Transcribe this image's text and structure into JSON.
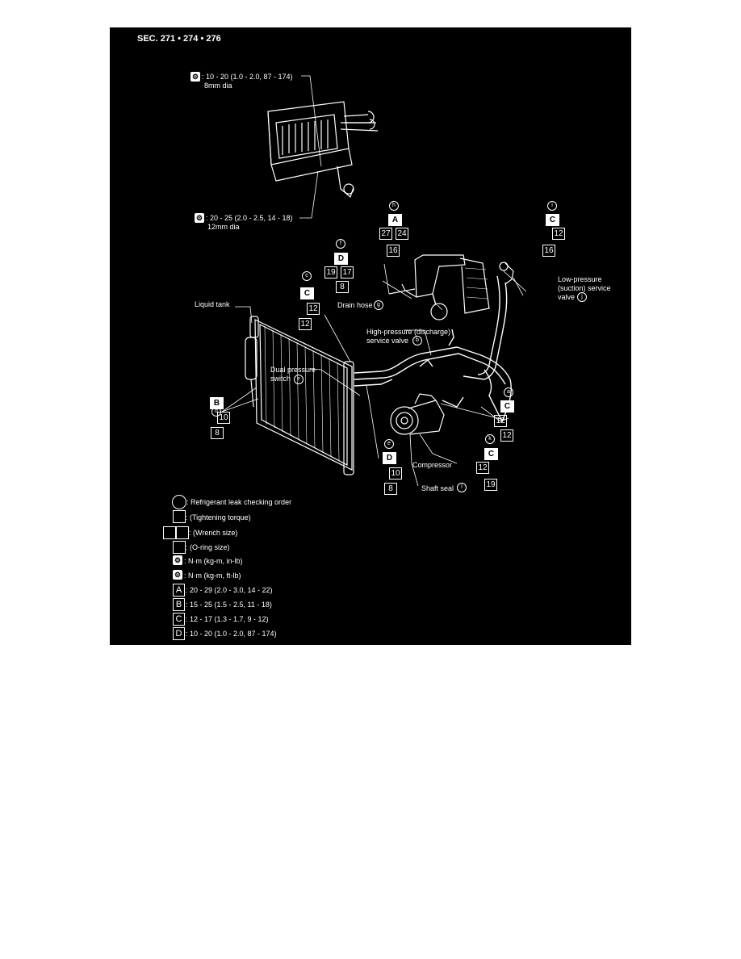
{
  "title": "SEC. 271 • 274 • 276",
  "torque_notes": {
    "top_line1": ": 10 - 20 (1.0 - 2.0, 87 - 174)",
    "top_line2": "8mm dia",
    "bottom_line1": ": 20 - 25 (2.0 - 2.5, 14 - 18)",
    "bottom_line2": "12mm dia"
  },
  "labels": {
    "liquid_tank": "Liquid tank",
    "drain_hose": "Drain hose",
    "low_pressure_1": "Low-pressure",
    "low_pressure_2": "(suction) service",
    "low_pressure_3": "valve",
    "high_pressure_1": "High-pressure (discharge)",
    "high_pressure_2": "service valve",
    "dual_pressure_1": "Dual pressure",
    "dual_pressure_2": "switch",
    "compressor": "Compressor",
    "shaft_seal": "Shaft seal"
  },
  "markers": {
    "a": "a",
    "b": "b",
    "c": "c",
    "d": "d",
    "e": "e",
    "f": "f",
    "g": "g",
    "h": "h",
    "i": "i",
    "j": "j",
    "k": "k",
    "l": "l"
  },
  "spec_boxes": {
    "h_torque": "A",
    "h_wrench1": "27",
    "h_wrench2": "24",
    "h_oring": "16",
    "i_torque": "C",
    "i_wrench": "12",
    "i_oring": "16",
    "f_torque": "D",
    "f_wrench1": "19",
    "f_wrench2": "17",
    "f_oring": "8",
    "c_torque": "C",
    "c_wrench": "12",
    "c_oring": "12",
    "d_torque": "B",
    "d_wrench": "10",
    "d_oring": "8",
    "e_torque": "D",
    "e_wrench": "10",
    "e_oring": "8",
    "a_torque": "C",
    "a_wrench": "12",
    "a_oring": "12",
    "k_torque": "C",
    "k_wrench": "12",
    "k_oring": "19"
  },
  "legend": {
    "leak_order": ": Refrigerant leak checking order",
    "tightening": ": (Tightening torque)",
    "wrench": ": (Wrench size)",
    "oring": ": (O-ring size)",
    "nm_in": ": N·m (kg-m, in-lb)",
    "nm_ft": ": N·m (kg-m, ft-lb)",
    "A_letter": "A",
    "A_value": ": 20 - 29 (2.0 - 3.0, 14 - 22)",
    "B_letter": "B",
    "B_value": ": 15 - 25 (1.5 - 2.5, 11 - 18)",
    "C_letter": "C",
    "C_value": ": 12 - 17 (1.3 - 1.7, 9 - 12)",
    "D_letter": "D",
    "D_value": ": 10 - 20 (1.0 - 2.0, 87 - 174)"
  },
  "colors": {
    "background": "#000000",
    "ink": "#ffffff",
    "page": "#ffffff"
  }
}
